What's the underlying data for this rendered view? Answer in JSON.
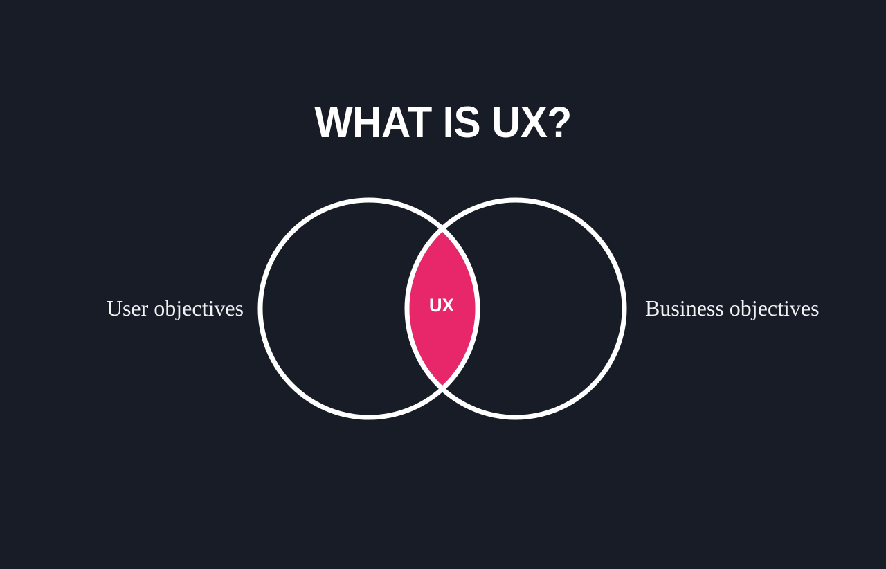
{
  "slide": {
    "background_color": "#181c27",
    "title": "WHAT IS UX?"
  },
  "diagram": {
    "type": "venn",
    "kind": "two-set-venn-diagram",
    "stroke_color": "#ffffff",
    "intersection_fill": "#e8276a",
    "intersection_label": "UX",
    "left_set": {
      "label": "User objectives",
      "name": "user-objectives-circle"
    },
    "right_set": {
      "label": "Business objectives",
      "name": "business-objectives-circle"
    }
  }
}
